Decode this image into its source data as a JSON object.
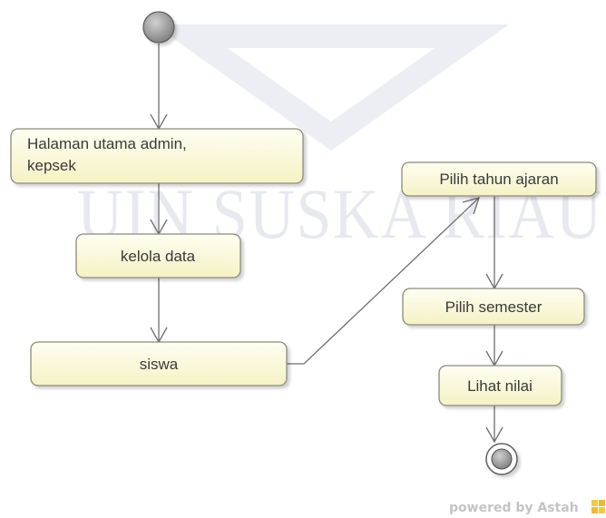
{
  "diagram": {
    "watermark": "UIN SUSKA RIAU",
    "nodes": {
      "halaman_utama": {
        "line1": "Halaman utama admin,",
        "line2": "kepsek"
      },
      "kelola_data": {
        "label": "kelola data"
      },
      "siswa": {
        "label": "siswa"
      },
      "pilih_tahun_ajaran": {
        "label": "Pilih tahun ajaran"
      },
      "pilih_semester": {
        "label": "Pilih semester"
      },
      "lihat_nilai": {
        "label": "Lihat nilai"
      }
    },
    "edges": [
      {
        "from": "start",
        "to": "halaman_utama"
      },
      {
        "from": "halaman_utama",
        "to": "kelola_data"
      },
      {
        "from": "kelola_data",
        "to": "siswa"
      },
      {
        "from": "siswa",
        "to": "pilih_tahun_ajaran"
      },
      {
        "from": "pilih_tahun_ajaran",
        "to": "pilih_semester"
      },
      {
        "from": "pilih_semester",
        "to": "lihat_nilai"
      },
      {
        "from": "lihat_nilai",
        "to": "end"
      }
    ],
    "footer": {
      "prefix": "powered by ",
      "brand": "Astah"
    },
    "colors": {
      "node_fill_top": "#fefef2",
      "node_fill_bottom": "#f5f2c4",
      "node_stroke": "#8a8a7a",
      "edge": "#6e6e6e",
      "start_fill": "#9a9a9a",
      "watermark": "#e7e9ef",
      "brand_icon": "#f5c842"
    }
  }
}
